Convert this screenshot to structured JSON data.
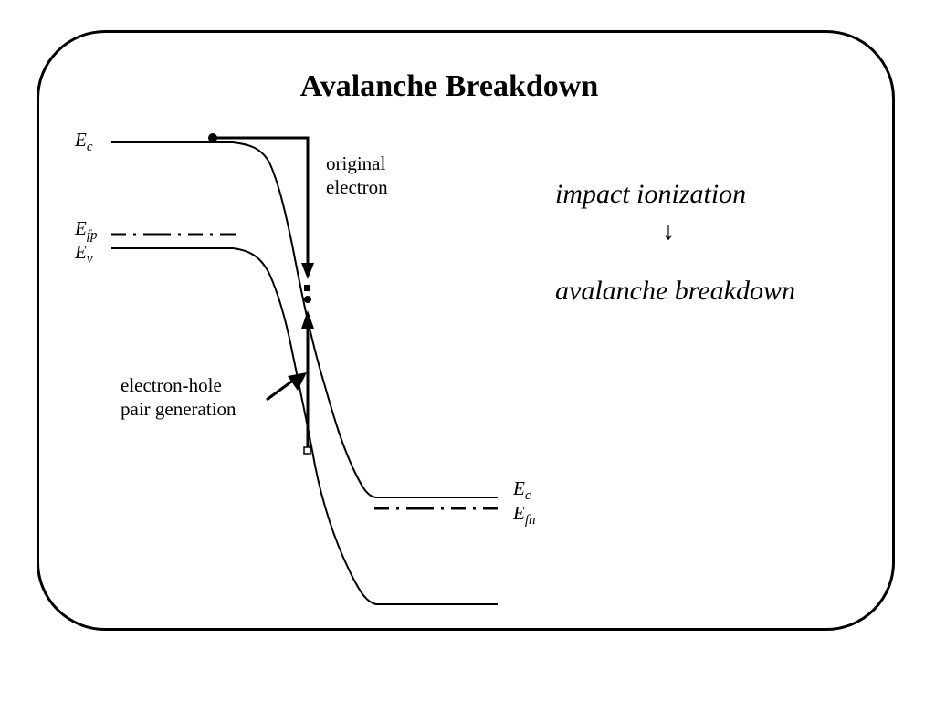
{
  "slide": {
    "title": "Avalanche Breakdown",
    "ec_left": "E",
    "ec_left_sub": "c",
    "efp": "E",
    "efp_sub": "fp",
    "ev": "E",
    "ev_sub": "v",
    "ec_right": "E",
    "ec_right_sub": "c",
    "efn": "E",
    "efn_sub": "fn",
    "original_line1": "original",
    "original_line2": "electron",
    "ehp_line1": "electron-hole",
    "ehp_line2": "pair generation",
    "process_top": "impact ionization",
    "process_arrow": "↓",
    "process_bottom": "avalanche breakdown"
  }
}
